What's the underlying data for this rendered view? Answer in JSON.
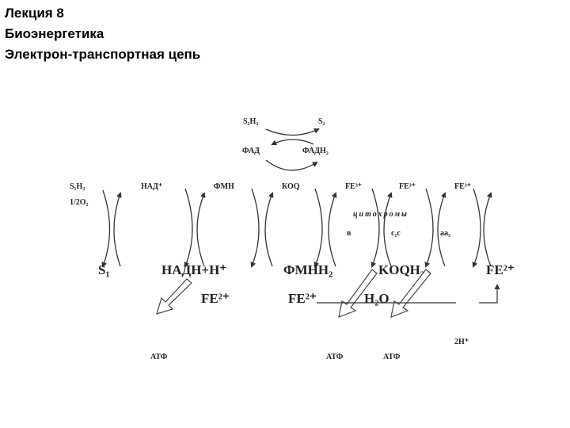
{
  "header": {
    "line1": "Лекция 8",
    "line2": "Биоэнергетика",
    "line3": "Электрон-транспортная цепь"
  },
  "diagram": {
    "top": {
      "s2h2": "S₂H₂",
      "s2": "S₂",
      "fad": "ФАД",
      "fadh2": "ФАДН₂"
    },
    "upper_row": {
      "s1h2": "S₁H₂",
      "half_o2": "1/2O₂",
      "nad": "НАД⁺",
      "fmn": "ФМН",
      "koq": "КОQ",
      "fe3_1": "FE³⁺",
      "fe3_2": "FE³⁺",
      "fe3_3": "FE³⁺"
    },
    "cytochromes": {
      "label": "цитохромы",
      "b": "в",
      "c1c": "c₁c",
      "aa3": "aa₃"
    },
    "lower_row": {
      "s1": "S₁",
      "nadh": "НАДН+Н⁺",
      "fmnh2": "ФМНН₂",
      "koqh2": "KOQH₂",
      "fe2_right": "FE²⁺",
      "fe2_a": "FE²⁺",
      "fe2_b": "FE²⁺",
      "h2o": "H₂O"
    },
    "bottom": {
      "atp1": "АТФ",
      "atp2": "АТФ",
      "atp3": "АТФ",
      "h2plus": "2H⁺"
    }
  }
}
